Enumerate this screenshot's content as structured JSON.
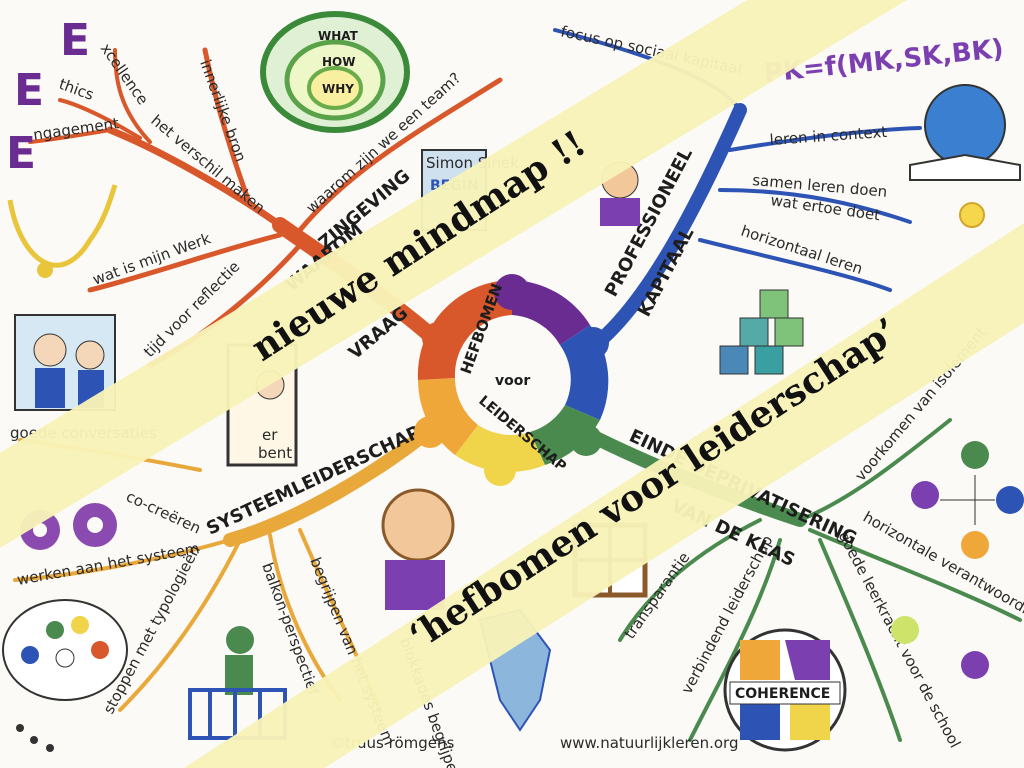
{
  "center": {
    "line1": "HEFBOMEN",
    "line2": "voor",
    "line3": "LEIDERSCHAP"
  },
  "branches": {
    "zingeving": {
      "label_a": "ZINGEVING",
      "label_b": "WAAROM",
      "label_c": "VRAAG",
      "color": "#d9582b",
      "leaves": [
        "xcellence",
        "thics",
        "ngagement",
        "het verschil maken",
        "innerlijke bron",
        "waarom zijn we een team?",
        "wat is mijn Werk",
        "tijd voor reflectie"
      ]
    },
    "professioneel": {
      "label_a": "PROFESSIONEEL",
      "label_b": "KAPITAAL",
      "color": "#2d54b5",
      "leaves": [
        "focus op sociaal kapitaal",
        "leren in context",
        "samen leren doen",
        "wat ertoe doet",
        "horizontaal leren"
      ],
      "formula": "PK=f(MK,SK,BK)"
    },
    "systeem": {
      "label": "SYSTEEMLEIDERSCHAP",
      "color": "#e9a83a",
      "leaves": [
        "goede conversaties",
        "co-creëren",
        "werken aan het systeem",
        "stoppen met typologieën",
        "balkon-perspectief",
        "begrijpen van het systeem",
        "blokkades begrijpen"
      ]
    },
    "deprivatisering": {
      "label_a": "EINDE DEPRIVATISERING",
      "label_b": "VAN DE KLAS",
      "color": "#4b8a4e",
      "leaves": [
        "voorkomen van isolement",
        "horizontale verantwoording",
        "goede leerkracht voor de school",
        "verbindend leiderschap",
        "transparantie"
      ]
    }
  },
  "icons": {
    "eee": [
      "E",
      "E",
      "E"
    ],
    "what_how_why": [
      "WHAT",
      "HOW",
      "WHY"
    ],
    "book": "Simon Sinek",
    "book_sub": "BEGIN",
    "coherence": "COHERENCE",
    "door_text": [
      "er",
      "bent"
    ]
  },
  "footer": {
    "credit": "©truus römgens",
    "site": "www.natuurlijkleren.org"
  },
  "banners": {
    "top": "nieuwe mindmap !!",
    "bottom": "‘hefbomen voor leiderschap’",
    "fill": "#f8f2b8"
  }
}
